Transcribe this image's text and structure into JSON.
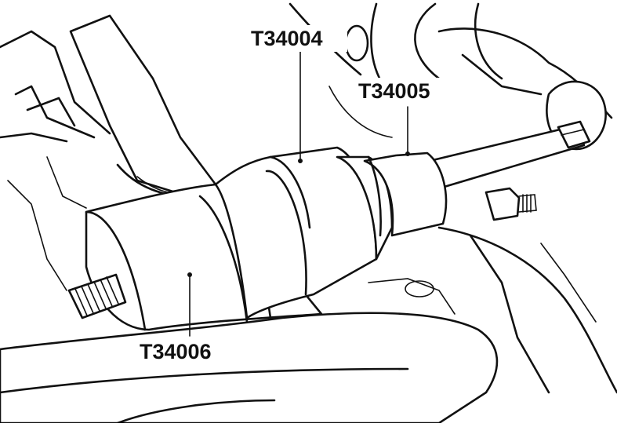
{
  "diagram": {
    "labels": {
      "tool_1": "T34004",
      "tool_2": "T34005",
      "tool_3": "T34006"
    },
    "colors": {
      "line": "#111111",
      "background": "#ffffff"
    }
  }
}
